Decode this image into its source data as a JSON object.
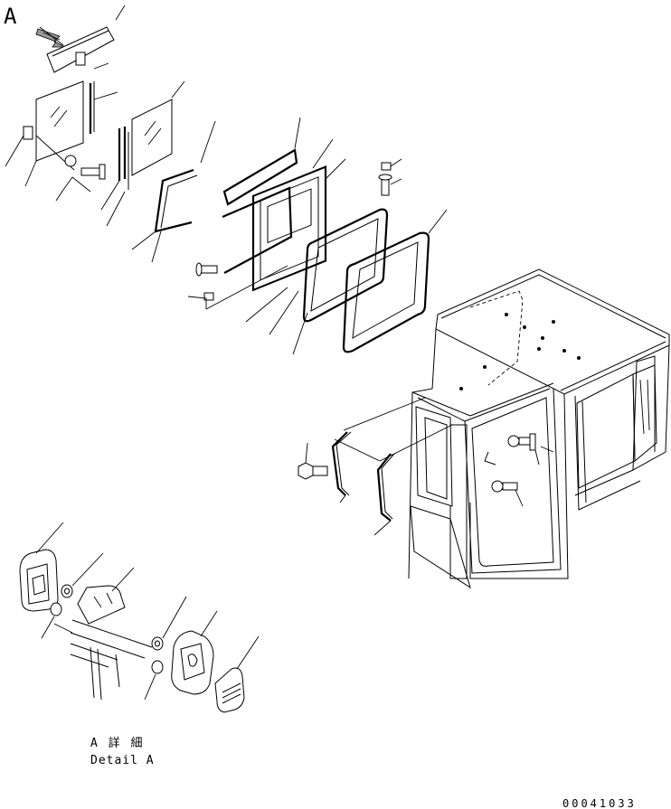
{
  "view_label": "A",
  "detail_label_jp": "A 詳 細",
  "detail_label_en": "Detail A",
  "drawing_number": "00041033"
}
